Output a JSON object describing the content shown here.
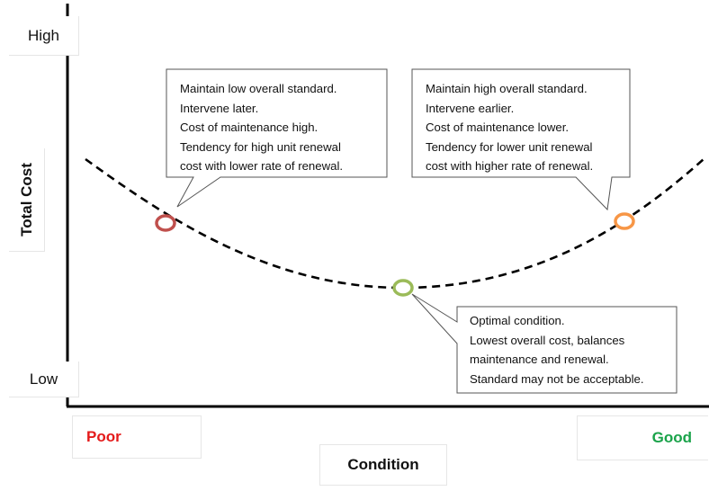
{
  "y_axis": {
    "title": "Total Cost",
    "high_label": "High",
    "low_label": "Low"
  },
  "x_axis": {
    "title": "Condition",
    "poor_label": "Poor",
    "good_label": "Good",
    "poor_color": "#e41a1a",
    "good_color": "#1aa34a"
  },
  "points": {
    "poor_marker_color": "#c0504d",
    "optimal_marker_color": "#9bbb59",
    "good_marker_color": "#f79646"
  },
  "callouts": {
    "poor": {
      "lines": [
        "Maintain low overall standard.",
        "Intervene later.",
        "Cost of maintenance high.",
        "Tendency for high unit renewal",
        "cost with lower rate of renewal."
      ]
    },
    "good": {
      "lines": [
        "Maintain high overall standard.",
        "Intervene earlier.",
        "Cost of maintenance lower.",
        "Tendency for lower unit renewal",
        "cost with higher rate of renewal."
      ]
    },
    "optimal": {
      "lines": [
        "Optimal condition.",
        "Lowest overall cost, balances",
        "maintenance and renewal.",
        "Standard may not be acceptable."
      ]
    }
  }
}
